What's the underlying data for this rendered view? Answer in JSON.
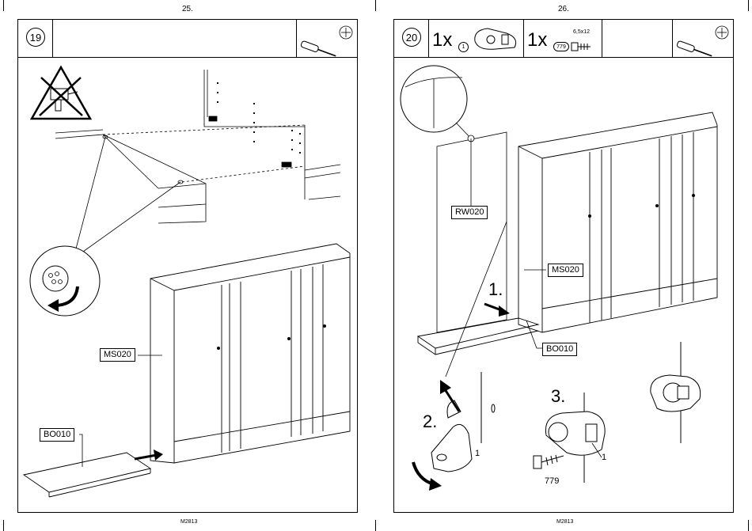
{
  "left_page": {
    "page_number": "25.",
    "step_number": "19",
    "labels": {
      "side_panel": "MS020",
      "bottom_panel": "BO010"
    },
    "tools": [
      "screwdriver-icon",
      "crosshead-icon"
    ],
    "warning_icon": "no-power-drill-icon",
    "footer_code": "M2813"
  },
  "right_page": {
    "page_number": "26.",
    "step_number": "20",
    "parts": [
      {
        "qty": "1x",
        "part_id": "1"
      },
      {
        "qty": "1x",
        "part_id": "779",
        "size": "6,5x12"
      }
    ],
    "labels": {
      "back_panel": "RW020",
      "side_panel": "MS020",
      "bottom_panel": "BO010"
    },
    "substeps": [
      "1.",
      "2.",
      "3."
    ],
    "callouts": {
      "bracket": "1",
      "screw": "779"
    },
    "tools": [
      "screwdriver-icon",
      "crosshead-icon"
    ],
    "footer_code": "M2813"
  }
}
